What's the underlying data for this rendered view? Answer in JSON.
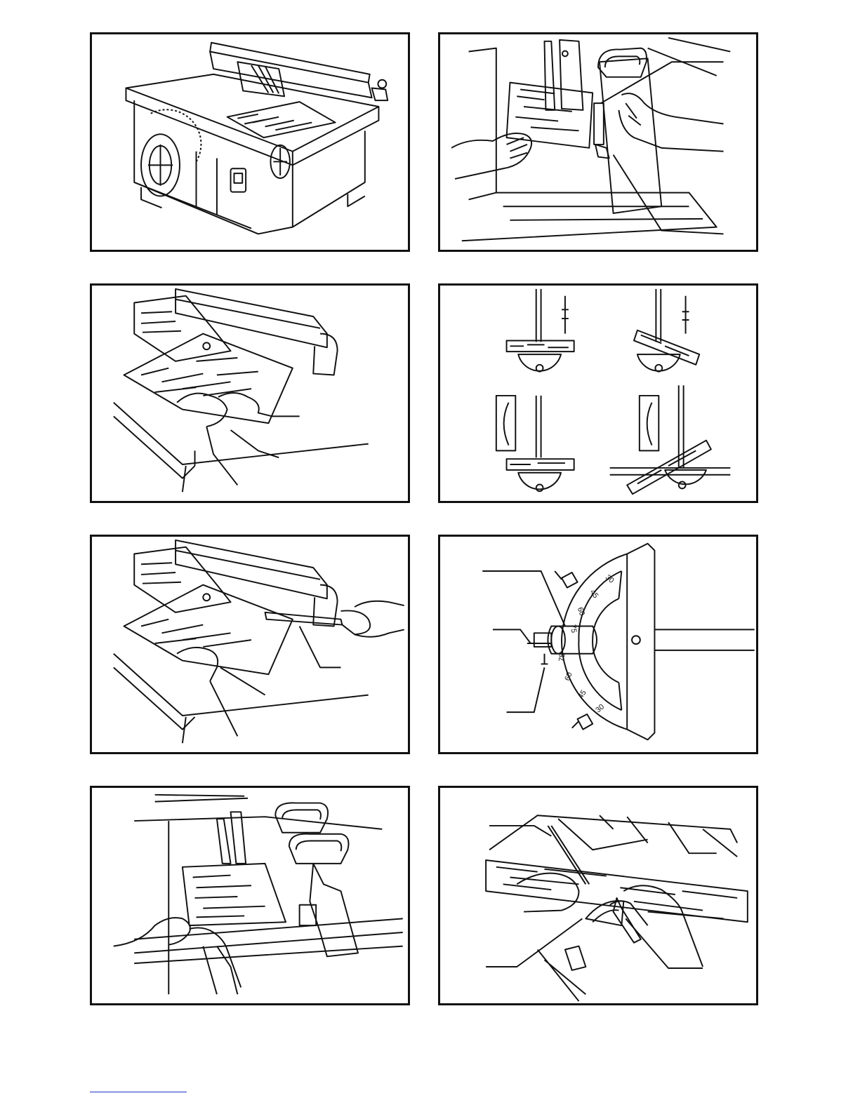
{
  "figures": [
    {
      "id": "figure-1",
      "subject": "table-saw"
    },
    {
      "id": "figure-2",
      "subject": "rip-fence-push-stick"
    },
    {
      "id": "figure-3",
      "subject": "hands-feeding-workpiece"
    },
    {
      "id": "figure-4",
      "subject": "miter-gauge-positions"
    },
    {
      "id": "figure-5",
      "subject": "push-stick-feeding"
    },
    {
      "id": "figure-6",
      "subject": "miter-gauge-scale"
    },
    {
      "id": "figure-7",
      "subject": "fence-ripping"
    },
    {
      "id": "figure-8",
      "subject": "cross-cutting-with-miter-gauge"
    }
  ],
  "miter_scale": {
    "upper_marks": [
      "30",
      "45",
      "60",
      "75"
    ],
    "lower_marks": [
      "75",
      "60",
      "45",
      "30"
    ]
  },
  "colors": {
    "line": "#111111",
    "footer_rule": "#1f35c8"
  }
}
